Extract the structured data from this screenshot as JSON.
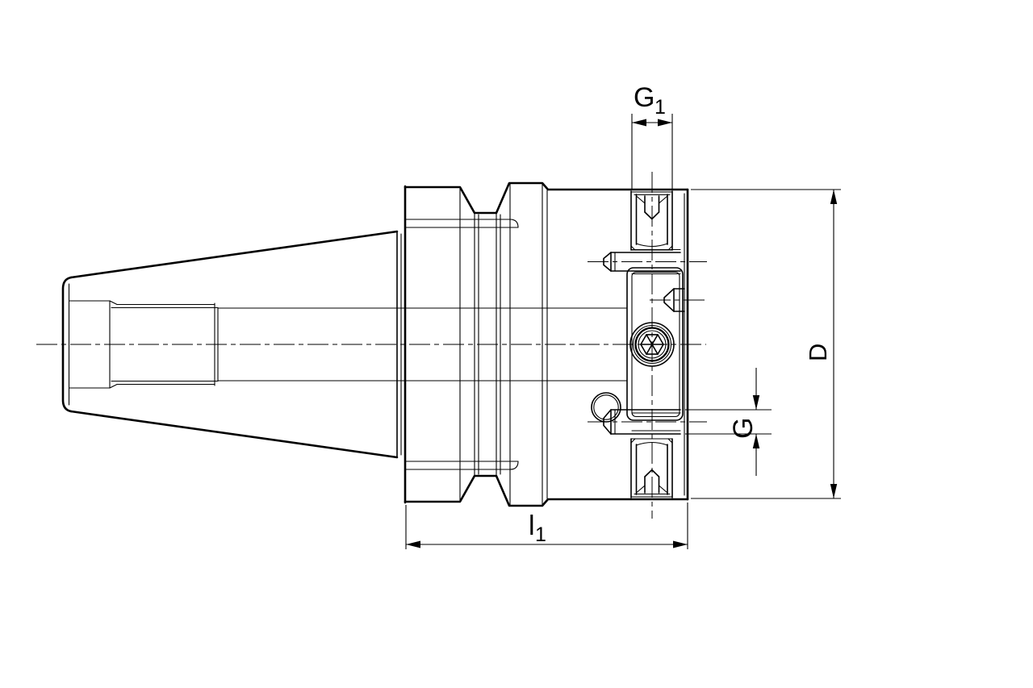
{
  "drawing": {
    "colors": {
      "background": "#ffffff",
      "line": "#000000"
    },
    "labels": {
      "g1_main": "G",
      "g1_sub": "1",
      "d": "D",
      "g": "G",
      "l1_main": "l",
      "l1_sub": "1"
    }
  }
}
